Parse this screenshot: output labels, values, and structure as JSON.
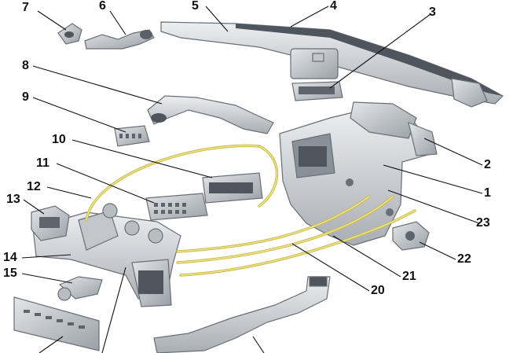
{
  "diagram": {
    "labels": [
      "7",
      "6",
      "5",
      "4",
      "3",
      "8",
      "9",
      "10",
      "11",
      "12",
      "13",
      "14",
      "15",
      "2",
      "1",
      "23",
      "22",
      "21",
      "20"
    ]
  },
  "colors": {
    "part_fill": "#d6d9dd",
    "part_shadow": "#a9aeb4",
    "cable": "#e6d86a",
    "label": "#111111"
  }
}
